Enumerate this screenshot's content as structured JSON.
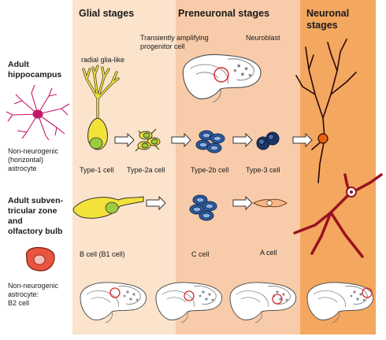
{
  "headers": {
    "glial": "Glial stages",
    "preneuronal": "Preneuronal stages",
    "neuronal": "Neuronal\nstages"
  },
  "subheaders": {
    "transient": "Transiently amplifying\nprogenitor cell",
    "neuroblast": "Neuroblast",
    "radial": "radial glia-like"
  },
  "rows": {
    "hippocampus": "Adult\nhippocampus",
    "svz": "Adult subven-\ntricular zone\nand\nolfactory bulb"
  },
  "astrocytes": {
    "horizontal": "Non-neurogenic\n(horizontal)\nastrocyte",
    "b2": "Non-neurogenic\nastrocyte:\nB2 cell"
  },
  "cell_labels": {
    "type1": "Type-1 cell",
    "type2a": "Type-2a cell",
    "type2b": "Type-2b cell",
    "type3": "Type-3 cell",
    "b_cell": "B cell (B1 cell)",
    "c_cell": "C cell",
    "a_cell": "A cell"
  },
  "colors": {
    "glial_band": "#fbe3cc",
    "preneuronal_band": "#f8ccaa",
    "neuronal_band": "#f3a75f",
    "glia_yellow": "#f2e23a",
    "soma_green": "#9ccc3c",
    "c_cell_blue": "#2f5d9e",
    "neuron_red": "#9a1220",
    "astrocyte_magenta": "#c2186b",
    "highlight_circle": "#d42a2a"
  }
}
